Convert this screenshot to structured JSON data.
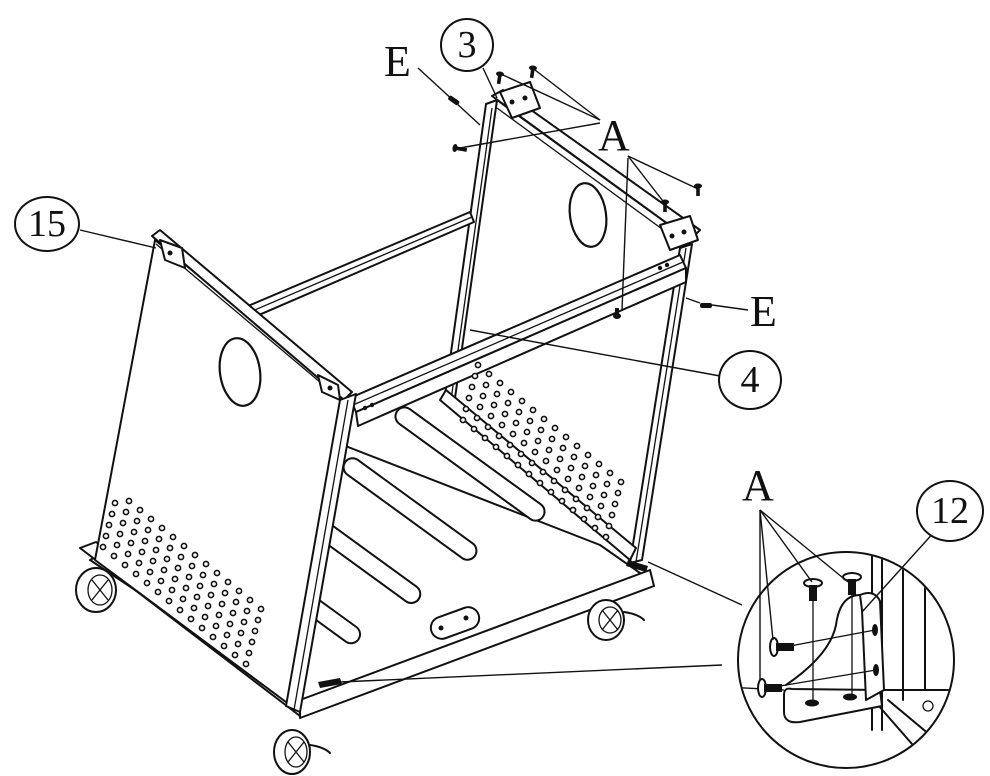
{
  "diagram": {
    "type": "assembly-instruction",
    "subject": "grill cart frame assembly",
    "part_callouts": [
      {
        "id": "3",
        "label": "3"
      },
      {
        "id": "4",
        "label": "4"
      },
      {
        "id": "12",
        "label": "12"
      },
      {
        "id": "15",
        "label": "15"
      }
    ],
    "hardware_callouts": [
      {
        "id": "A-top",
        "label": "A"
      },
      {
        "id": "A-detail",
        "label": "A"
      },
      {
        "id": "E-left",
        "label": "E"
      },
      {
        "id": "E-right",
        "label": "E"
      }
    ],
    "detail_view": {
      "shape": "circle",
      "content": "L-bracket (12) fastened with four A screws"
    },
    "colors": {
      "line": "#111111",
      "background": "#ffffff"
    }
  }
}
